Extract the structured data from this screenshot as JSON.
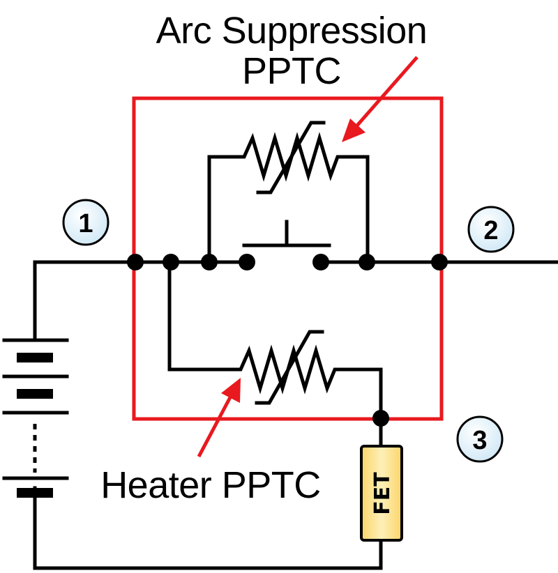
{
  "labels": {
    "arc_title_line1": "Arc Suppression",
    "arc_title_line2": "PPTC",
    "heater_title": "Heater PPTC",
    "fet": "FET"
  },
  "terminals": [
    {
      "id": "1",
      "text": "1"
    },
    {
      "id": "2",
      "text": "2"
    },
    {
      "id": "3",
      "text": "3"
    }
  ],
  "colors": {
    "wire": "#000000",
    "box": "#e8191f",
    "arrow": "#e8191f",
    "terminal_fill": "#dff0fa",
    "fet_fill": "#fbe08a"
  }
}
